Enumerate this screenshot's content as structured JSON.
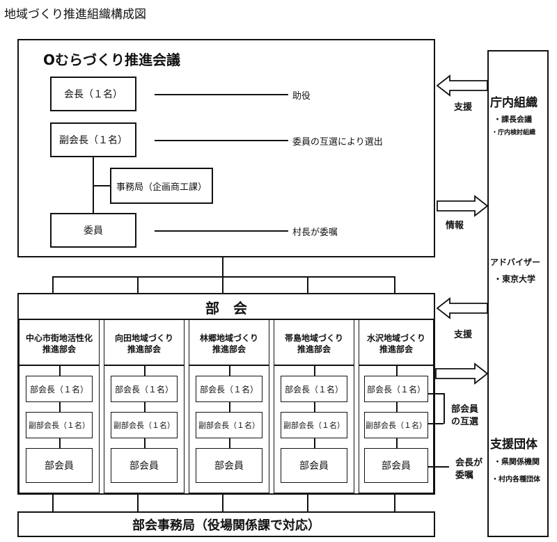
{
  "page_title": "地域づくり推進組織構成図",
  "council": {
    "title": "Oむらづくり推進会議",
    "chair": "会長（１名）",
    "chair_note": "助役",
    "vice_chair": "副会長（１名）",
    "vice_chair_note": "委員の互選により選出",
    "secretariat": "事務局（企画商工課）",
    "members": "委員",
    "members_note": "村長が委嘱"
  },
  "divisions": {
    "title": "部　会",
    "columns": [
      {
        "name": "中心市街地活性化\n推進部会",
        "head": "部会長（１名）",
        "vice": "副部会長（１名）",
        "members": "部会員"
      },
      {
        "name": "向田地域づくり\n推進部会",
        "head": "部会長（１名）",
        "vice": "副部会長（１名）",
        "members": "部会員"
      },
      {
        "name": "林郷地域づくり\n推進部会",
        "head": "部会長（１名）",
        "vice": "副部会長（１名）",
        "members": "部会員"
      },
      {
        "name": "帯島地域づくり\n推進部会",
        "head": "部会長（１名）",
        "vice": "副部会長（１名）",
        "members": "部会員"
      },
      {
        "name": "水沢地域づくり\n推進部会",
        "head": "部会長（１名）",
        "vice": "副部会長（１名）",
        "members": "部会員"
      }
    ],
    "election_note": "部会員\nの互選",
    "appoint_note": "会長が\n委嘱",
    "secretariat": "部会事務局（役場関係課で対応）"
  },
  "right_panel": {
    "office_title": "庁内組織",
    "office_item1": "・課長会議",
    "office_item2": "・庁内検討組織",
    "advisor_title": "アドバイザー",
    "advisor_item": "・東京大学",
    "support_title": "支援団体",
    "support_item1": "・県関係機関",
    "support_item2": "・村内各種団体"
  },
  "arrows": {
    "support1": "支援",
    "info": "情報",
    "support2": "支援"
  }
}
